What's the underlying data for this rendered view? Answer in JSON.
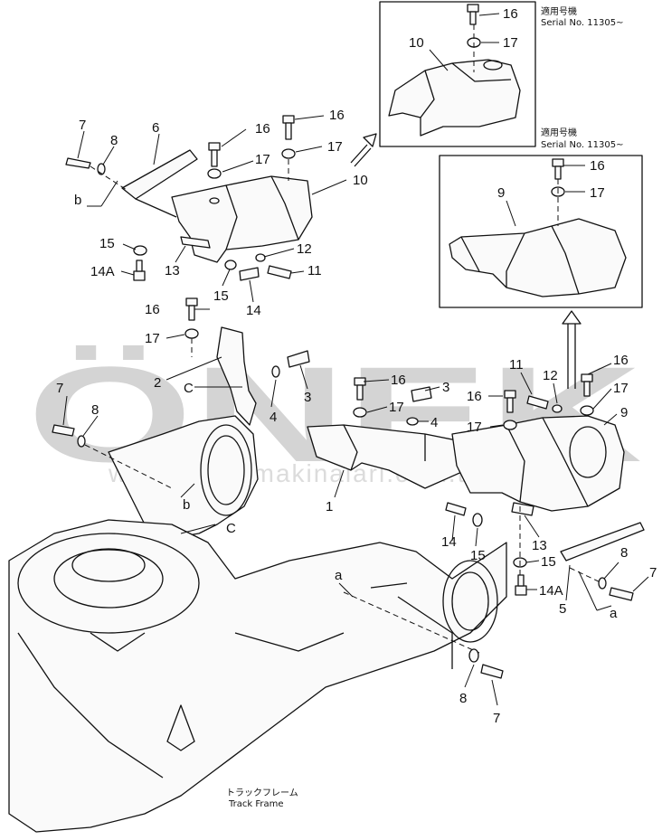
{
  "watermark": {
    "brand": "ÖNEK",
    "url": "www.oneksmakinalari.com.tr",
    "accent_color": "#f3c85a"
  },
  "inset_top": {
    "serial_jp": "適用号機",
    "serial_text": "Serial No. 11305~",
    "labels": [
      "16",
      "17",
      "10"
    ]
  },
  "inset_bottom": {
    "serial_jp": "適用号機",
    "serial_text": "Serial No. 11305~",
    "labels": [
      "16",
      "17",
      "9"
    ]
  },
  "callouts": {
    "c7a": "7",
    "c8a": "8",
    "c6": "6",
    "c16a": "16",
    "c17a": "17",
    "c10": "10",
    "cba": "b",
    "c15a": "15",
    "c14Aa": "14A",
    "c13a": "13",
    "c12a": "12",
    "c11a": "11",
    "c15b": "15",
    "c14a": "14",
    "c16b": "16",
    "c17b": "17",
    "c2": "2",
    "cCa": "C",
    "c4a": "4",
    "c3a": "3",
    "c7b": "7",
    "c8b": "8",
    "cbb": "b",
    "cCb": "C",
    "c1": "1",
    "c16c": "16",
    "c17c": "17",
    "c3b": "3",
    "c4b": "4",
    "c11b": "11",
    "c12b": "12",
    "c16d": "16",
    "c17d": "17",
    "c16e": "16",
    "c17e": "17",
    "c9": "9",
    "c14b": "14",
    "c15c": "15",
    "c13b": "13",
    "c15d": "15",
    "c14Ab": "14A",
    "c5": "5",
    "c8c": "8",
    "c7c": "7",
    "caa": "a",
    "cab": "a",
    "c8d": "8",
    "c7d": "7"
  },
  "track_frame": {
    "label_jp": "トラックフレーム",
    "label_en": "Track Frame"
  }
}
